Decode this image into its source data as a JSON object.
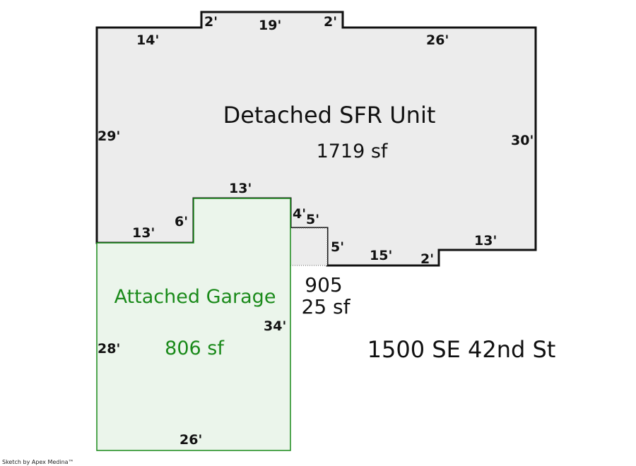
{
  "sketch": {
    "main_unit": {
      "name": "Detached SFR Unit",
      "area": "1719 sf",
      "fill_color": "#ececec",
      "stroke_color": "#111111"
    },
    "garage": {
      "name": "Attached Garage",
      "area": "806 sf",
      "fill_color": "#ebf5eb",
      "stroke_color": "#1a8a1a"
    },
    "small_area": {
      "code": "905",
      "area": "25 sf"
    },
    "address": "1500 SE 42nd St",
    "credit": "Sketch by Apex Medina™",
    "dimensions": {
      "top_left": "14'",
      "bump_left": "2'",
      "bump_top": "19'",
      "bump_right": "2'",
      "top_right": "26'",
      "left_upper": "29'",
      "right": "30'",
      "garage_top_inner": "13'",
      "garage_step_top": "13'",
      "garage_step": "6'",
      "notch_small_a": "4'",
      "notch_small_b": "5'",
      "notch_down": "5'",
      "bottom_mid": "15'",
      "bottom_step": "2'",
      "bottom_right": "13'",
      "garage_right": "34'",
      "garage_left": "28'",
      "garage_bottom": "26'"
    }
  }
}
